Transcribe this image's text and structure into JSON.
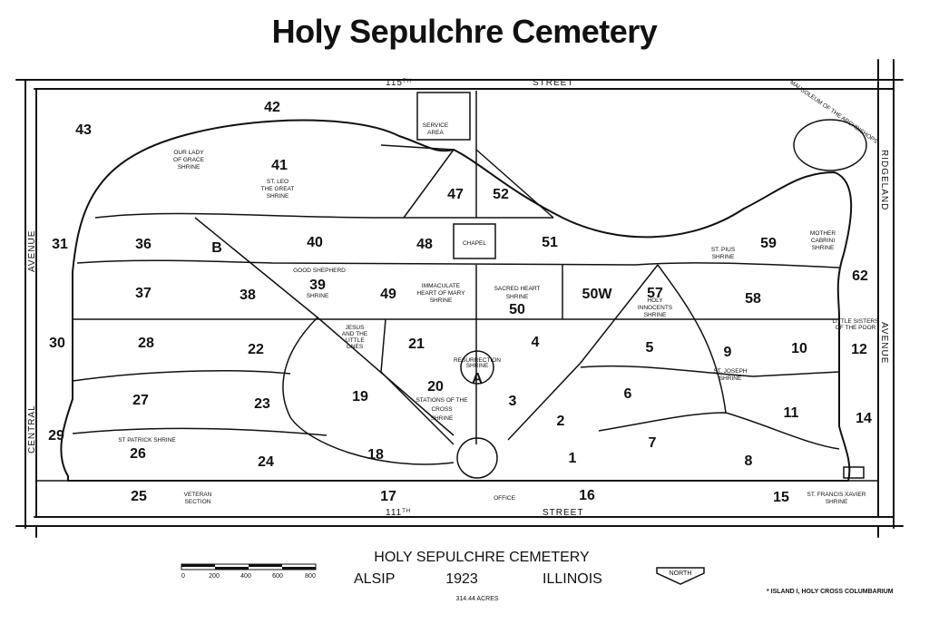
{
  "title": "Holy Sepulchre Cemetery",
  "streets": {
    "north_num": "115",
    "north_sup": "TH",
    "north_word": "STREET",
    "south_num": "111",
    "south_sup": "TH",
    "south_word": "STREET",
    "west_top": "AVENUE",
    "west_bottom": "CENTRAL",
    "east_top": "RIDGELAND",
    "east_bottom": "AVENUE"
  },
  "sections": [
    {
      "id": "43",
      "label": "43"
    },
    {
      "id": "42",
      "label": "42"
    },
    {
      "id": "41",
      "label": "41"
    },
    {
      "id": "47",
      "label": "47"
    },
    {
      "id": "52",
      "label": "52"
    },
    {
      "id": "31",
      "label": "31"
    },
    {
      "id": "36",
      "label": "36"
    },
    {
      "id": "40",
      "label": "40"
    },
    {
      "id": "48",
      "label": "48"
    },
    {
      "id": "51",
      "label": "51"
    },
    {
      "id": "59",
      "label": "59"
    },
    {
      "id": "62",
      "label": "62"
    },
    {
      "id": "37",
      "label": "37"
    },
    {
      "id": "38",
      "label": "38"
    },
    {
      "id": "39",
      "label": "39"
    },
    {
      "id": "49",
      "label": "49"
    },
    {
      "id": "50",
      "label": "50"
    },
    {
      "id": "50W",
      "label": "50W"
    },
    {
      "id": "57",
      "label": "57"
    },
    {
      "id": "58",
      "label": "58"
    },
    {
      "id": "30",
      "label": "30"
    },
    {
      "id": "28",
      "label": "28"
    },
    {
      "id": "22",
      "label": "22"
    },
    {
      "id": "21",
      "label": "21"
    },
    {
      "id": "4",
      "label": "4"
    },
    {
      "id": "5",
      "label": "5"
    },
    {
      "id": "9",
      "label": "9"
    },
    {
      "id": "10",
      "label": "10"
    },
    {
      "id": "12",
      "label": "12"
    },
    {
      "id": "27",
      "label": "27"
    },
    {
      "id": "23",
      "label": "23"
    },
    {
      "id": "19",
      "label": "19"
    },
    {
      "id": "20",
      "label": "20"
    },
    {
      "id": "3",
      "label": "3"
    },
    {
      "id": "6",
      "label": "6"
    },
    {
      "id": "2",
      "label": "2"
    },
    {
      "id": "11",
      "label": "11"
    },
    {
      "id": "14",
      "label": "14"
    },
    {
      "id": "29",
      "label": "29"
    },
    {
      "id": "26",
      "label": "26"
    },
    {
      "id": "24",
      "label": "24"
    },
    {
      "id": "18",
      "label": "18"
    },
    {
      "id": "1",
      "label": "1"
    },
    {
      "id": "7",
      "label": "7"
    },
    {
      "id": "8",
      "label": "8"
    },
    {
      "id": "25",
      "label": "25"
    },
    {
      "id": "17",
      "label": "17"
    },
    {
      "id": "16",
      "label": "16"
    },
    {
      "id": "15",
      "label": "15"
    },
    {
      "id": "B",
      "label": "B"
    },
    {
      "id": "A",
      "label": "A"
    }
  ],
  "shrines": {
    "our_lady": [
      "OUR LADY",
      "OF GRACE",
      "SHRINE"
    ],
    "st_leo": [
      "ST. LEO",
      "THE GREAT",
      "SHRINE"
    ],
    "good_shepherd": "GOOD SHEPHERD",
    "shrine_39": "SHRINE",
    "immaculate": [
      "IMMACULATE",
      "HEART OF MARY",
      "SHRINE"
    ],
    "sacred_heart": [
      "SACRED HEART",
      "SHRINE"
    ],
    "holy_innocents": [
      "HOLY",
      "INNOCENTS",
      "SHRINE"
    ],
    "st_pius": [
      "ST. PIUS",
      "SHRINE"
    ],
    "mother_cabrini": [
      "MOTHER",
      "CABRINI",
      "SHRINE"
    ],
    "jesus_little_ones": [
      "JESUS",
      "AND THE",
      "LITTLE",
      "ONES"
    ],
    "resurrection": [
      "RESURRECTION",
      "SHRINE"
    ],
    "stations": [
      "STATIONS OF THE",
      "CROSS",
      "SHRINE"
    ],
    "st_joseph": [
      "ST. JOSEPH",
      "SHRINE"
    ],
    "little_sisters": [
      "LITTLE SISTERS",
      "OF THE POOR"
    ],
    "st_patrick": "ST PATRICK SHRINE",
    "veteran": [
      "VETERAN",
      "SECTION"
    ],
    "st_francis": [
      "ST. FRANCIS XAVIER",
      "SHRINE"
    ],
    "chapel": "CHAPEL",
    "service_area": [
      "SERVICE",
      "AREA"
    ],
    "office": "OFFICE",
    "mausoleum": "MAUSOLEUM OF THE ARCHBISHOPS"
  },
  "legend": {
    "name": "HOLY SEPULCHRE CEMETERY",
    "place": "ALSIP",
    "year": "1923",
    "state": "ILLINOIS",
    "acres": "314.44 ACRES",
    "scale_ticks": [
      "0",
      "200",
      "400",
      "600",
      "800"
    ],
    "north": "NORTH",
    "footnote": "* ISLAND I, HOLY CROSS COLUMBARIUM"
  }
}
